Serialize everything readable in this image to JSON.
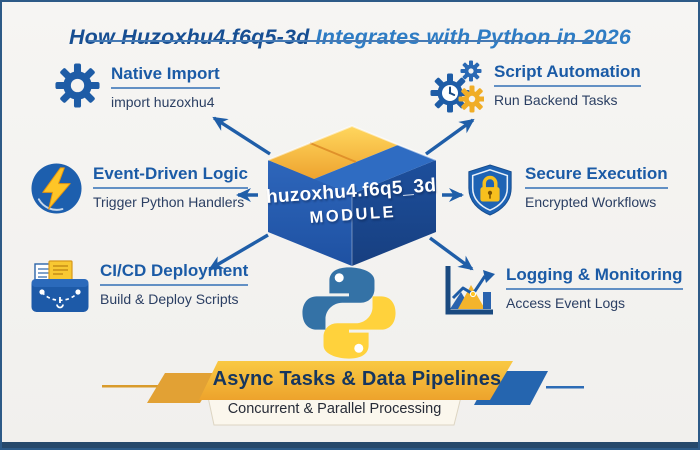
{
  "title": {
    "part1": "How Huzoxhu4.f6q5-3d",
    "part2": " Integrates with Python in 2026"
  },
  "center": {
    "cube_line1": "huzoxhu4.f6q5_3d",
    "cube_line2": "MODULE",
    "logo_icon": "python-logo"
  },
  "features": [
    {
      "id": "native-import",
      "icon": "gear-icon",
      "heading": "Native Import",
      "subtext": "import huzoxhu4"
    },
    {
      "id": "script-automation",
      "icon": "automation-gears-icon",
      "heading": "Script Automation",
      "subtext": "Run Backend Tasks"
    },
    {
      "id": "event-driven-logic",
      "icon": "lightning-icon",
      "heading": "Event-Driven Logic",
      "subtext": "Trigger Python Handlers"
    },
    {
      "id": "secure-execution",
      "icon": "shield-lock-icon",
      "heading": "Secure Execution",
      "subtext": "Encrypted Workflows"
    },
    {
      "id": "cicd-deployment",
      "icon": "deploy-box-icon",
      "heading": "CI/CD Deployment",
      "subtext": "Build & Deploy Scripts"
    },
    {
      "id": "logging-monitoring",
      "icon": "bar-chart-icon",
      "heading": "Logging & Monitoring",
      "subtext": "Access Event Logs"
    }
  ],
  "banner": {
    "heading": "Async Tasks & Data Pipelines",
    "subheading": "Concurrent & Parallel Processing"
  },
  "colors": {
    "accent_blue": "#1b5ba6",
    "title_blue_dark": "#174e92",
    "title_blue_light": "#2e7cc4",
    "arrow_blue": "#1f5ea8",
    "gold": "#f6b93d",
    "gold_dark": "#e2a134",
    "navy_text": "#16365f",
    "cube_front_blue": "#2b63b8",
    "frame_navy": "#2d5a87",
    "background": "#f5f4f2"
  }
}
